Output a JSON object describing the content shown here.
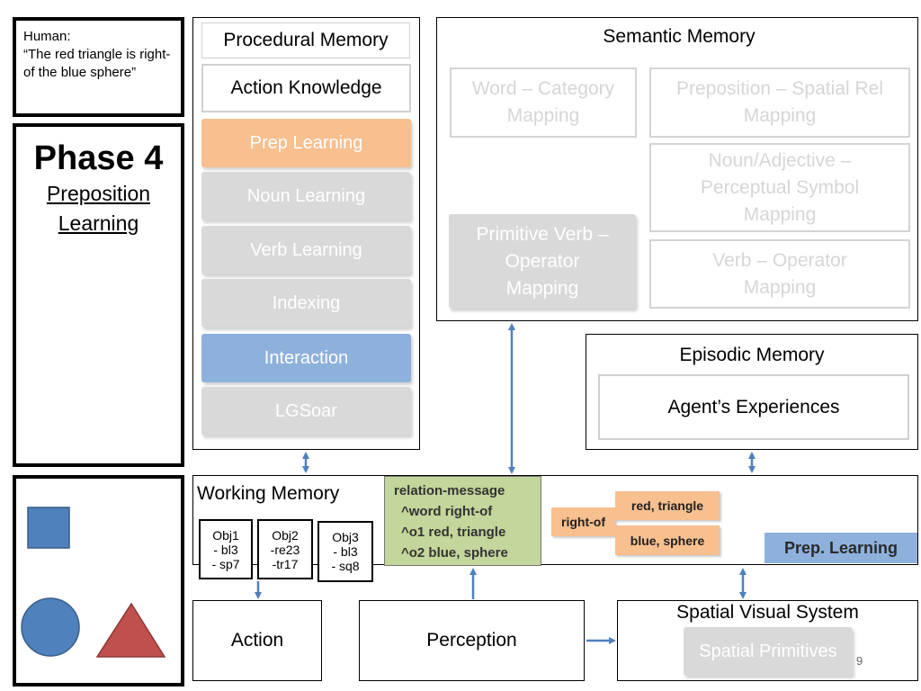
{
  "human": {
    "label": "Human:",
    "quote": "“The red triangle is right-of the blue sphere”"
  },
  "phase": {
    "title": "Phase 4",
    "subtitle_line1": "Preposition",
    "subtitle_line2": "Learning"
  },
  "procedural": {
    "title": "Procedural Memory",
    "action_knowledge": "Action Knowledge",
    "buttons": [
      {
        "label": "Prep Learning",
        "style": "orange"
      },
      {
        "label": "Noun Learning",
        "style": "grey"
      },
      {
        "label": "Verb Learning",
        "style": "grey"
      },
      {
        "label": "Indexing",
        "style": "grey"
      },
      {
        "label": "Interaction",
        "style": "blue"
      },
      {
        "label": "LGSoar",
        "style": "grey"
      }
    ]
  },
  "semantic": {
    "title": "Semantic Memory",
    "word_category": [
      "Word – Category",
      "Mapping"
    ],
    "preposition_spatial": [
      "Preposition – Spatial Rel",
      "Mapping"
    ],
    "noun_adjective": [
      "Noun/Adjective –",
      "Perceptual Symbol",
      "Mapping"
    ],
    "primitive_verb": [
      "Primitive Verb –",
      "Operator",
      "Mapping"
    ],
    "verb_operator": [
      "Verb – Operator",
      "Mapping"
    ]
  },
  "episodic": {
    "title": "Episodic Memory",
    "experiences": "Agent’s Experiences"
  },
  "working": {
    "title": "Working Memory",
    "objects": [
      {
        "name": "Obj1",
        "a": "- bl3",
        "b": "- sp7"
      },
      {
        "name": "Obj2",
        "a": "-re23",
        "b": "-tr17"
      },
      {
        "name": "Obj3",
        "a": "- bl3",
        "b": "- sq8"
      }
    ],
    "relation_message": {
      "line1": "relation-message",
      "line2": "^word right-of",
      "line3": "^o1 red, triangle",
      "line4": "^o2 blue, sphere"
    },
    "relation_tag": "right-of",
    "object_tag_1": "red, triangle",
    "object_tag_2": "blue, sphere",
    "prep_learning": "Prep. Learning"
  },
  "action": {
    "label": "Action"
  },
  "perception": {
    "label": "Perception"
  },
  "spatial": {
    "title": "Spatial Visual System",
    "primitives": "Spatial Primitives"
  },
  "page_number": "9",
  "colors": {
    "arrow": "#4f81bd",
    "shape_fill": "#4f81bd",
    "triangle_fill": "#c0504d",
    "green": "#c3d69b",
    "orange": "#f8bf8f",
    "blue": "#8eb1dc",
    "grey": "#d9d9d9"
  }
}
